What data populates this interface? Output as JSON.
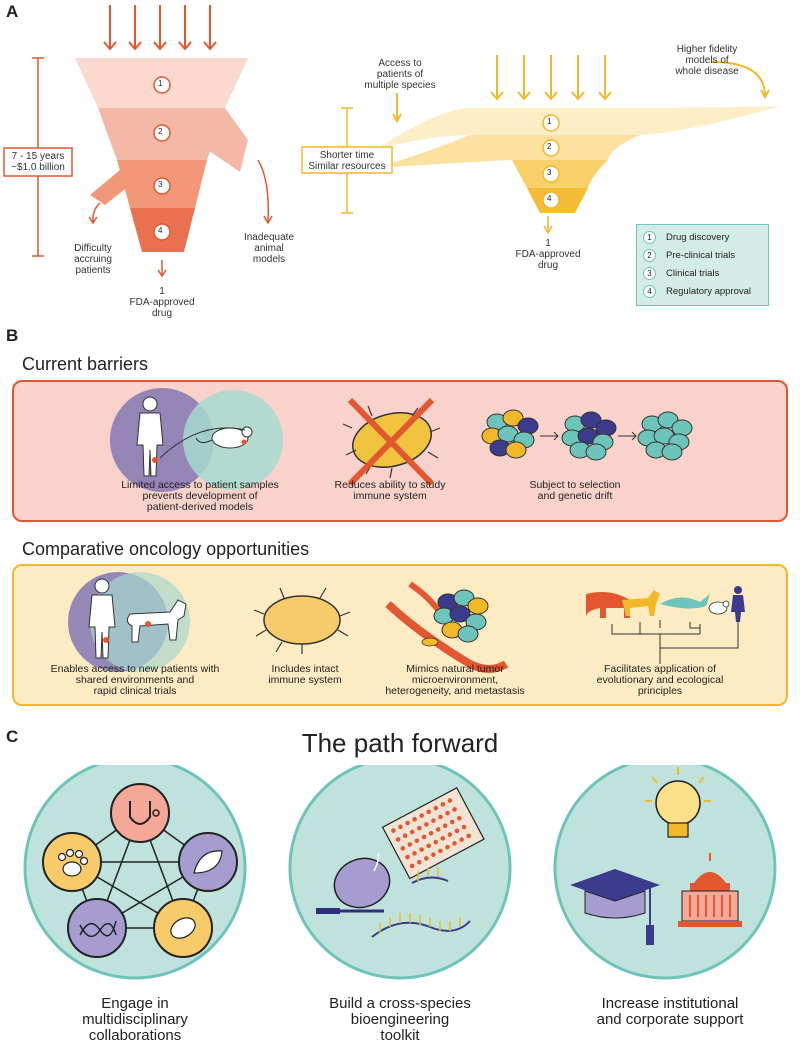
{
  "panel_a": {
    "letter": "A",
    "left_funnel": {
      "time_cost_line1": "7 - 15 years",
      "time_cost_line2": "~$1.0 billion",
      "stages": [
        "1",
        "2",
        "3",
        "4"
      ],
      "exit_left": [
        "Difficulty",
        "accruing",
        "patients"
      ],
      "exit_right": [
        "Inadequate",
        "animal",
        "models"
      ],
      "result": [
        "1",
        "FDA-approved",
        "drug"
      ]
    },
    "right_funnel": {
      "time_line1": "Shorter time",
      "time_line2": "Similar resources",
      "input_left": [
        "Access to",
        "patients of",
        "multiple species"
      ],
      "input_right": [
        "Higher fidelity",
        "models of",
        "whole disease"
      ],
      "stages": [
        "1",
        "2",
        "3",
        "4"
      ],
      "result": [
        "1",
        "FDA-approved",
        "drug"
      ]
    },
    "legend": [
      {
        "num": "1",
        "label": "Drug discovery"
      },
      {
        "num": "2",
        "label": "Pre-clinical trials"
      },
      {
        "num": "3",
        "label": "Clinical trials"
      },
      {
        "num": "4",
        "label": "Regulatory approval"
      }
    ]
  },
  "panel_b": {
    "letter": "B",
    "barriers_title": "Current barriers",
    "barriers": [
      [
        "Limited access to patient samples",
        "prevents development of",
        "patient-derived models"
      ],
      [
        "Reduces ability to study",
        "immune system"
      ],
      [
        "Subject to selection",
        "and genetic drift"
      ]
    ],
    "opportunities_title": "Comparative oncology opportunities",
    "opportunities": [
      [
        "Enables access to new patients with",
        "shared environments and",
        "rapid clinical trials"
      ],
      [
        "Includes intact",
        "immune system"
      ],
      [
        "Mimics natural tumor",
        "microenvironment,",
        "heterogeneity, and metastasis"
      ],
      [
        "Facilitates application of",
        "evolutionary and ecological",
        "principles"
      ]
    ]
  },
  "panel_c": {
    "letter": "C",
    "title": "The path forward",
    "items": [
      [
        "Engage in",
        "multidisciplinary",
        "collaborations"
      ],
      [
        "Build a cross-species",
        "bioengineering",
        "toolkit"
      ],
      [
        "Increase institutional",
        "and corporate support"
      ]
    ]
  },
  "colors": {
    "red": "#e2572f",
    "salmon": "#f9d3cb",
    "yellow": "#f1b92a",
    "cream": "#fdebc3",
    "teal": "#6cc4bb",
    "teal_light": "#bfe3dc",
    "purple": "#7a72ad",
    "navy": "#2f2e7a"
  }
}
